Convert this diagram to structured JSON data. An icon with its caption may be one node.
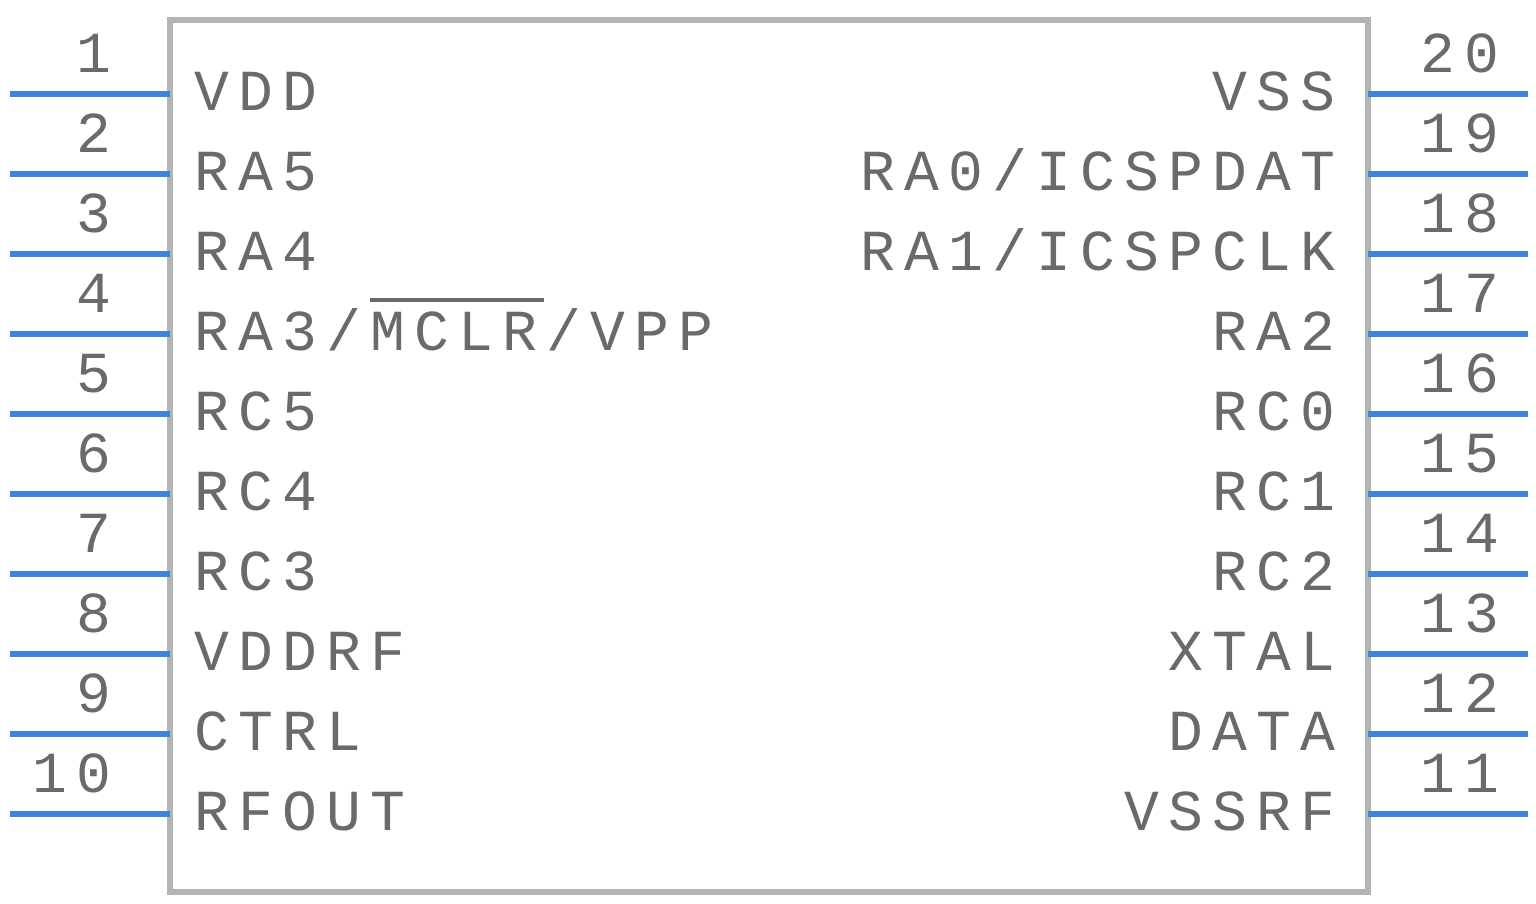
{
  "diagram": {
    "labels": [
      "1",
      "VDD",
      "VSS",
      "20",
      "2",
      "RA5",
      "RA0/ICSPDAT",
      "19",
      "3",
      "RA4",
      "RA1/ICSPCLK",
      "18",
      "4",
      "RA3/MCLR/VPP",
      "RA2",
      "17",
      "5",
      "RC5",
      "RC0",
      "16",
      "6",
      "RC4",
      "RC1",
      "15",
      "7",
      "RC3",
      "RC2",
      "14",
      "8",
      "VDDRF",
      "XTAL",
      "13",
      "9",
      "CTRL",
      "DATA",
      "12",
      "10",
      "RFOUT",
      "VSSRF",
      "11"
    ]
  }
}
